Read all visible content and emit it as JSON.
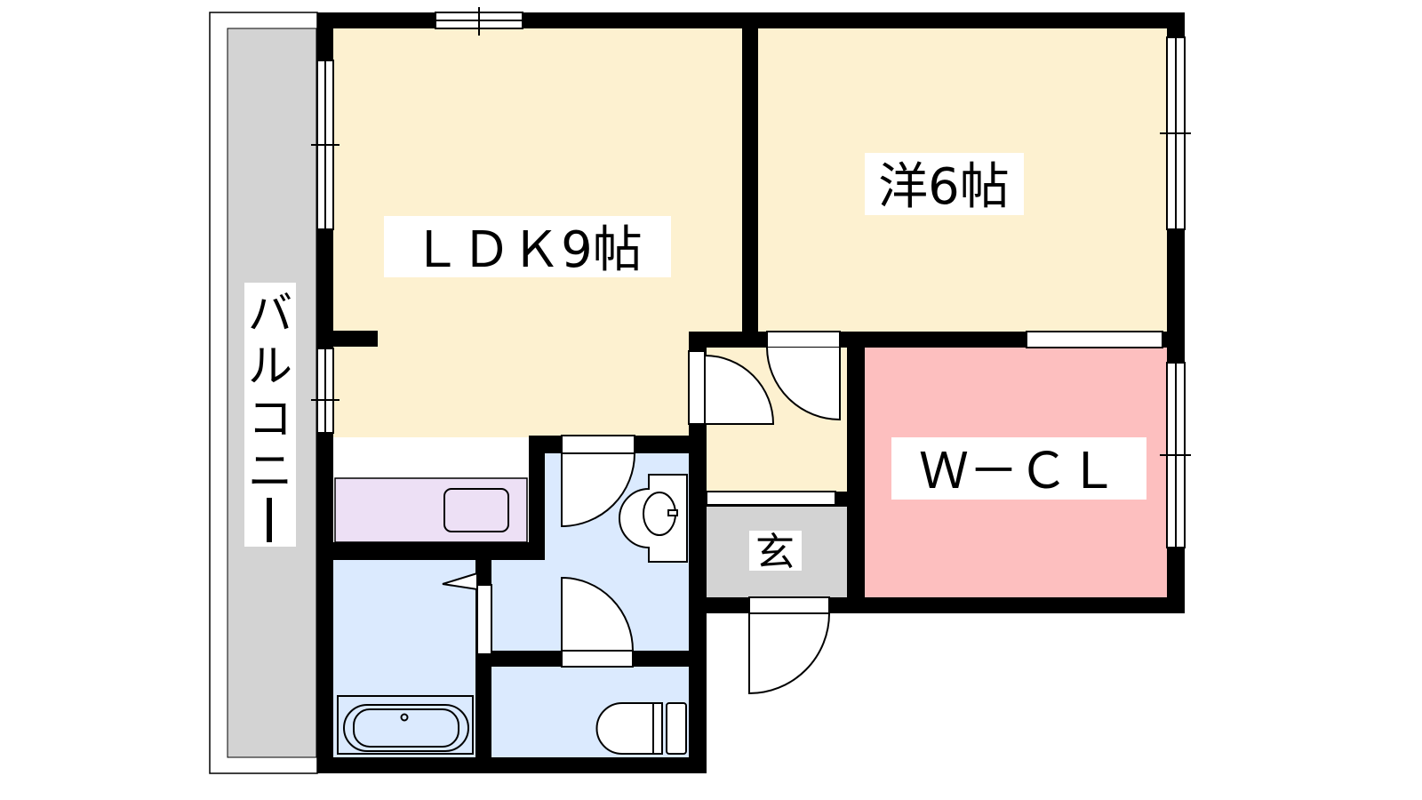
{
  "rooms": {
    "ldk": {
      "label": "ＬＤＫ9帖",
      "color": "#fdf1d0"
    },
    "western": {
      "label": "洋6帖",
      "color": "#fdf1d0"
    },
    "wcl": {
      "label": "Ｗ－ＣＬ",
      "color": "#fdbfbf"
    },
    "entrance": {
      "label": "玄",
      "color": "#d3d3d3"
    },
    "balcony": {
      "label": [
        "バ",
        "ル",
        "コ",
        "ニ",
        "ー"
      ],
      "color": "#d3d3d3"
    },
    "wet_area_color": "#dbeafe",
    "kitchen_color": "#ede0f5"
  }
}
